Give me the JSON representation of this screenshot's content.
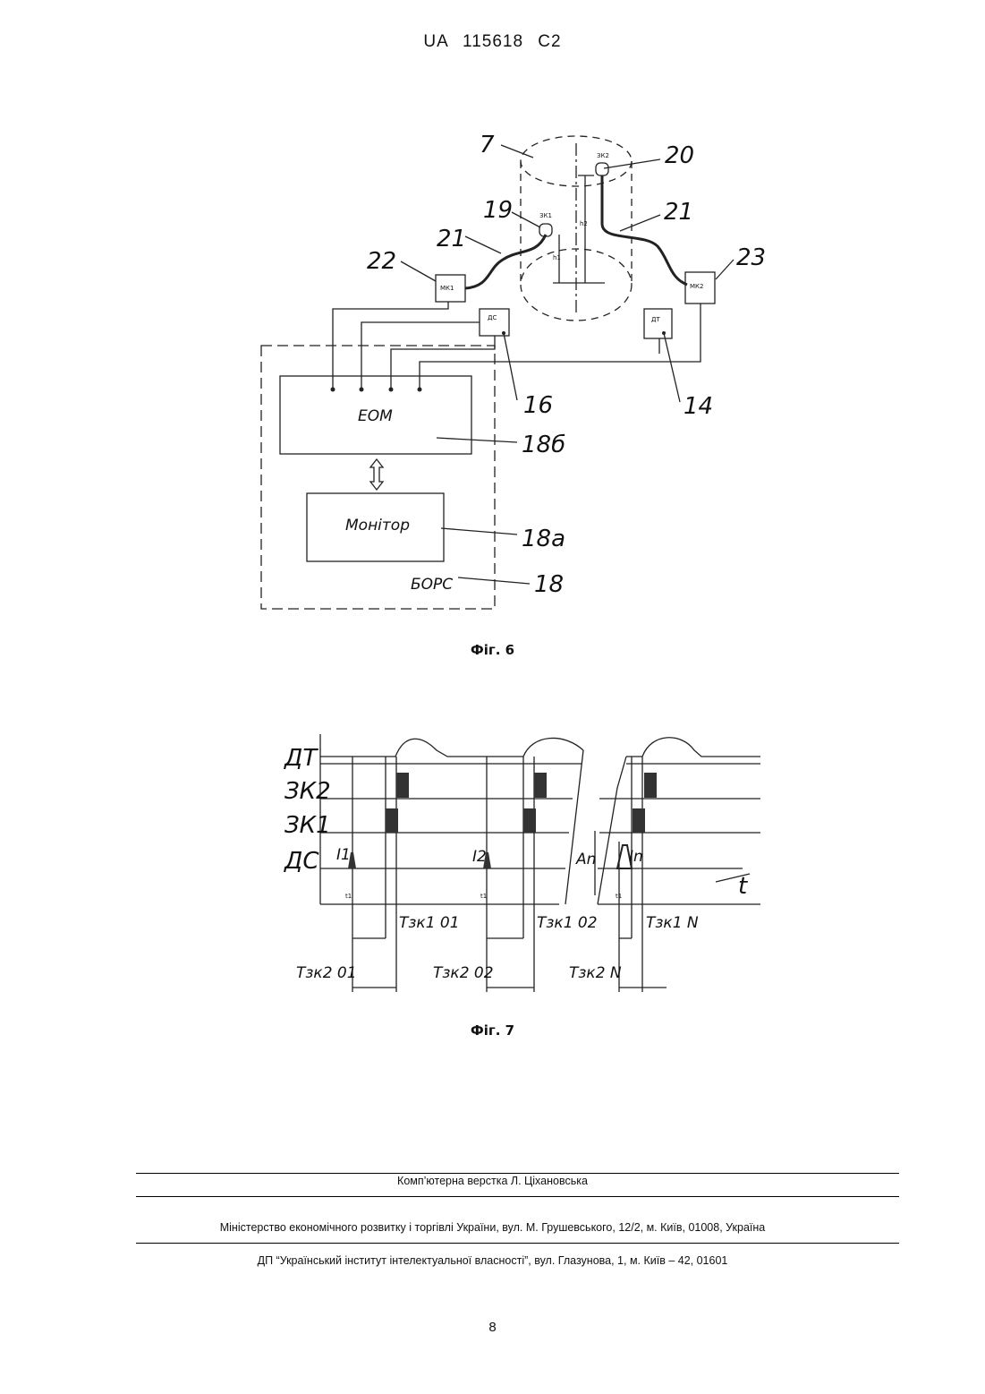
{
  "header": {
    "patent": "UA  115618  C2"
  },
  "figure6": {
    "caption": "Фіг. 6",
    "labels": {
      "n7": "7",
      "n20": "20",
      "n19": "19",
      "n21a": "21",
      "n21b": "21",
      "n22": "22",
      "n23": "23",
      "n16": "16",
      "n14": "14",
      "n18b": "18б",
      "n18a": "18а",
      "n18": "18"
    },
    "blocks": {
      "eom": "ЕОМ",
      "monitor": "Монітор",
      "bors": "БОРС",
      "mk1": "МК1",
      "mk2": "МК2",
      "ds": "ДС",
      "dt": "ДТ",
      "zk1": "ЗК1",
      "zk2": "ЗК2",
      "h1": "h1",
      "h2": "h2"
    }
  },
  "figure7": {
    "caption": "Фіг. 7",
    "rows": {
      "dt": "ДТ",
      "zk2": "ЗК2",
      "zk1": "ЗК1",
      "ds": "ДС"
    },
    "axis": "t",
    "marks": {
      "i1": "I1",
      "i2": "I2",
      "in": "In",
      "an": "An",
      "t1a": "t1",
      "t1b": "t1",
      "t1c": "t1"
    },
    "intervals": {
      "tzk1_01": "Tзк1 01",
      "tzk1_02": "Tзк1 02",
      "tzk1_n": "Tзк1 N",
      "tzk2_01": "Tзк2 01",
      "tzk2_02": "Tзк2 02",
      "tzk2_n": "Tзк2 N"
    }
  },
  "footer": {
    "line1": "Комп’ютерна верстка Л. Ціхановська",
    "line2": "Міністерство економічного розвитку і торгівлі України, вул. М. Грушевського, 12/2, м. Київ, 01008, Україна",
    "line3": "ДП “Український інститут інтелектуальної власності”, вул. Глазунова, 1, м. Київ – 42, 01601"
  },
  "page": {
    "number": "8"
  }
}
